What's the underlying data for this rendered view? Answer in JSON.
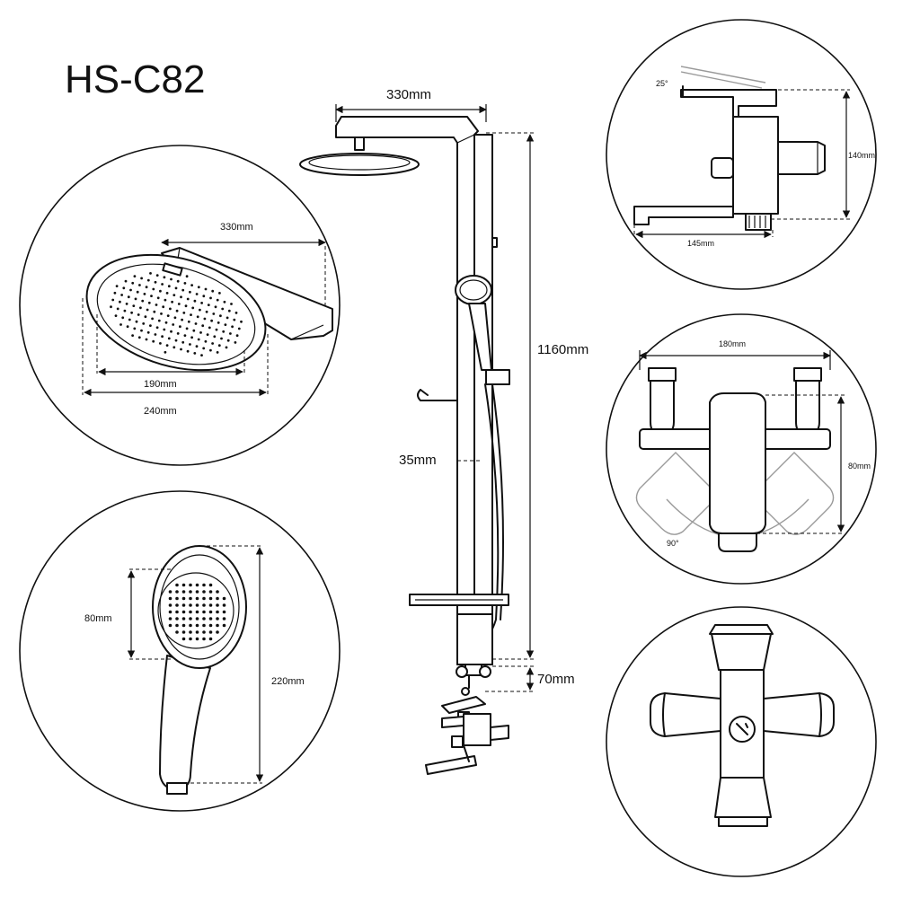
{
  "title": "HS-C82",
  "column": {
    "top_width": "330mm",
    "height": "1160mm",
    "pipe_diameter": "35mm",
    "mixer_offset": "70mm"
  },
  "rain_head": {
    "arm_length": "330mm",
    "inner_diameter": "190mm",
    "outer_diameter": "240mm"
  },
  "hand_shower": {
    "face_diameter": "80mm",
    "length": "220mm"
  },
  "tap_side": {
    "angle": "25°",
    "height": "140mm",
    "length": "145mm"
  },
  "tap_top": {
    "width": "180mm",
    "depth": "80mm",
    "swing": "90°"
  },
  "tap_front": {}
}
